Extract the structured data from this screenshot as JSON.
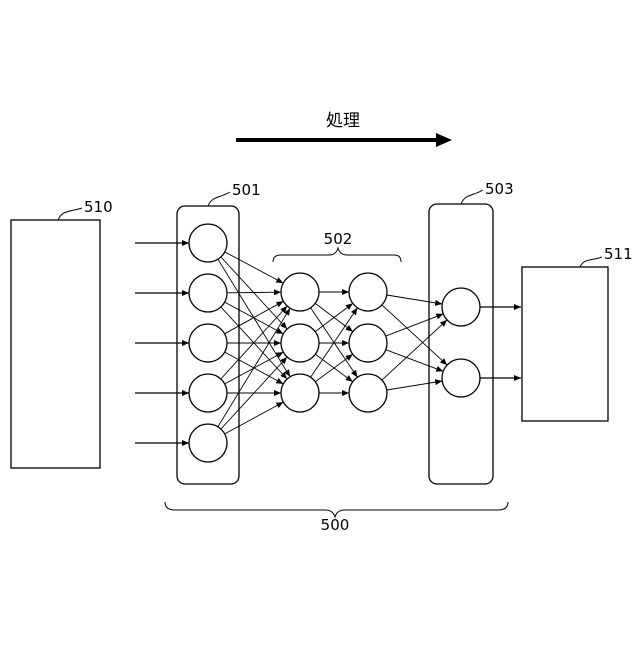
{
  "process_label": "処理",
  "network": {
    "label": "500",
    "input_layer_label": "501",
    "hidden_layers_label": "502",
    "output_layer_label": "503",
    "input_nodes": 5,
    "hidden_layers": [
      3,
      3
    ],
    "output_nodes": 2
  },
  "input_block_label": "510",
  "output_block_label": "511"
}
